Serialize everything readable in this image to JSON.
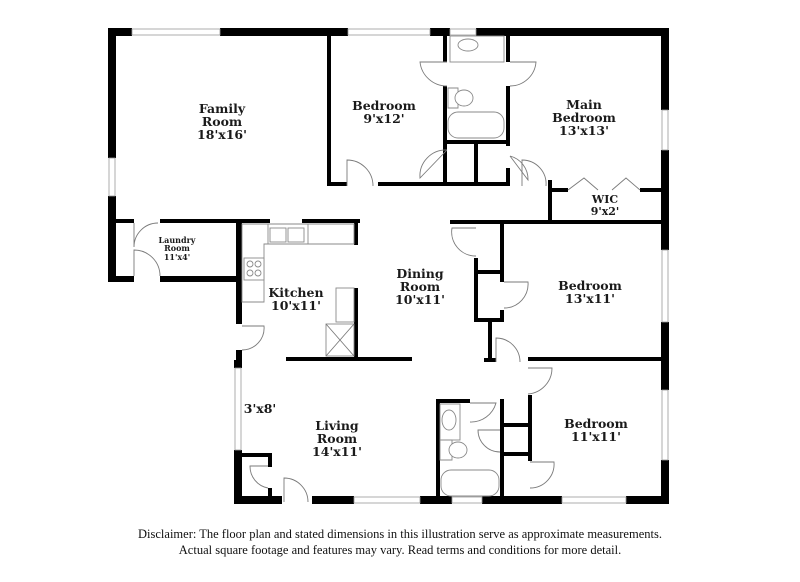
{
  "rooms": {
    "family_room": {
      "name_1": "Family",
      "name_2": "Room",
      "size": "18'x16'"
    },
    "laundry_room": {
      "name_1": "Laundry",
      "name_2": "Room",
      "size": "11'x4'"
    },
    "bedroom_2": {
      "name": "Bedroom",
      "size": "9'x12'"
    },
    "main_bedroom": {
      "name_1": "Main",
      "name_2": "Bedroom",
      "size": "13'x13'"
    },
    "wic": {
      "name": "WIC",
      "size": "9'x2'"
    },
    "kitchen": {
      "name": "Kitchen",
      "size": "10'x11'"
    },
    "dining_room": {
      "name_1": "Dining",
      "name_2": "Room",
      "size": "10'x11'"
    },
    "bedroom_3": {
      "name": "Bedroom",
      "size": "13'x11'"
    },
    "living_room": {
      "name_1": "Living",
      "name_2": "Room",
      "size": "14'x11'"
    },
    "entry": {
      "size": "3'x8'"
    },
    "bedroom_4": {
      "name": "Bedroom",
      "size": "11'x11'"
    }
  },
  "disclaimer": {
    "line_1": "Disclaimer: The floor plan and stated dimensions in this illustration serve as approximate measurements.",
    "line_2": "Actual square footage and features may vary. Read terms and conditions for more detail."
  }
}
